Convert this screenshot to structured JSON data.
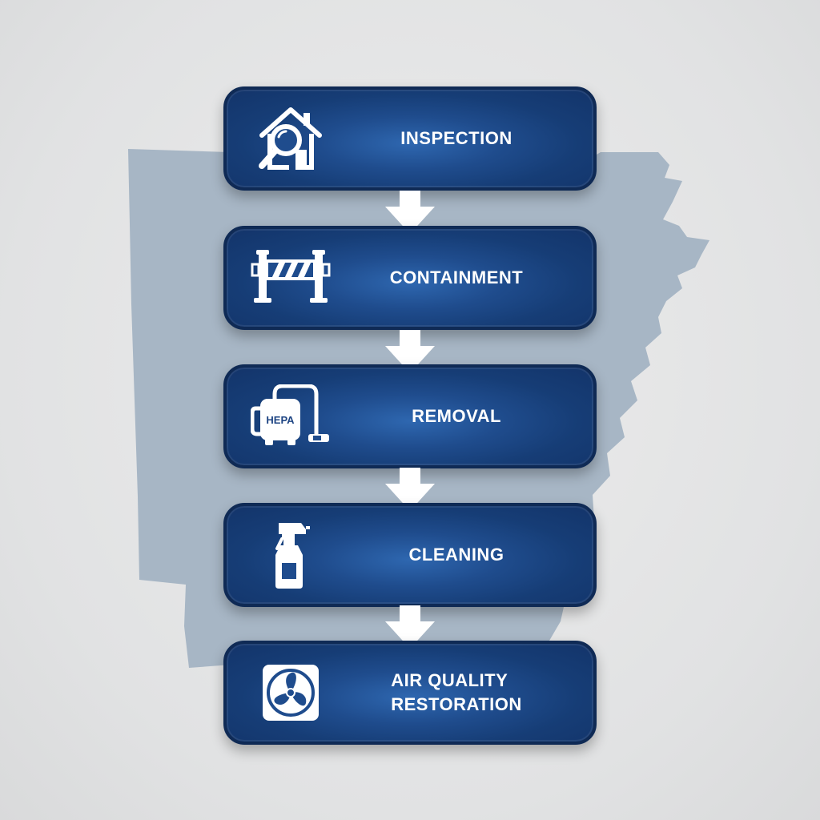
{
  "steps": [
    {
      "id": "inspection",
      "label": "INSPECTION",
      "icon": "house-magnifier-icon"
    },
    {
      "id": "containment",
      "label": "CONTAINMENT",
      "icon": "barrier-icon"
    },
    {
      "id": "removal",
      "label": "REMOVAL",
      "icon": "hepa-vacuum-icon",
      "icon_text": "HEPA"
    },
    {
      "id": "cleaning",
      "label": "CLEANING",
      "icon": "spray-bottle-icon"
    },
    {
      "id": "air_quality",
      "label_line1": "AIR QUALITY",
      "label_line2": "RESTORATION",
      "icon": "fan-icon"
    }
  ],
  "colors": {
    "background": "#e1e2e3",
    "map_fill": "#a7b6c5",
    "box_center": "#2e67b0",
    "box_edge": "#13346a",
    "box_border": "#0f2a55",
    "text": "#ffffff"
  }
}
